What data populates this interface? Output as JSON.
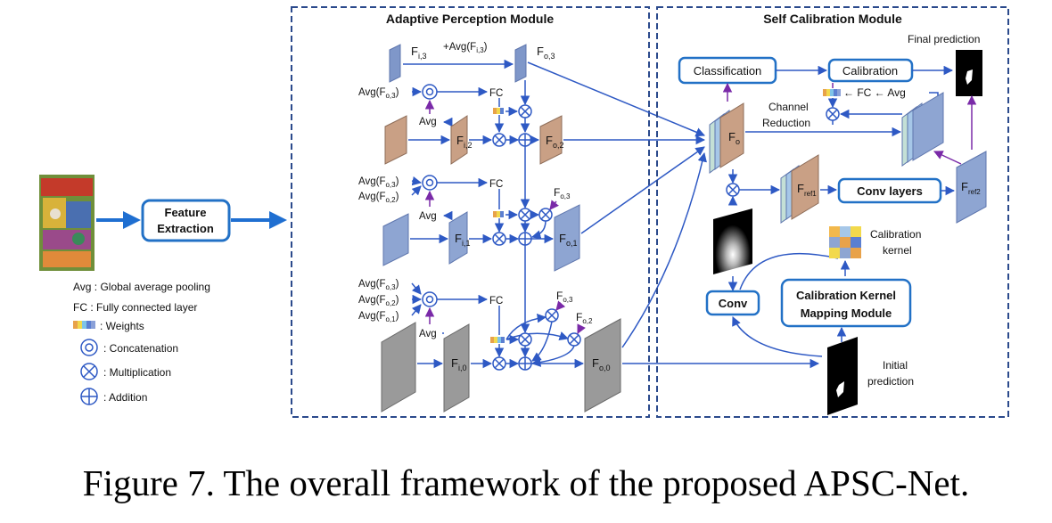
{
  "caption": "Figure 7. The overall framework of the proposed APSC-Net.",
  "modules": {
    "apm_title": "Adaptive Perception Module",
    "scm_title": "Self Calibration Module"
  },
  "feature_extraction": {
    "line1": "Feature",
    "line2": "Extraction"
  },
  "legend": {
    "avg": "Avg : Global average pooling",
    "fc": "FC : Fully connected layer",
    "weights": ": Weights",
    "concat": ": Concatenation",
    "mult": ": Multiplication",
    "add": ": Addition"
  },
  "apm": {
    "fi3": "F",
    "fi3_sub": "i,3",
    "avg_fi3_pre": "+Avg(F",
    "avg_fi3_sub": "i,3",
    "avg_fi3_post": ")",
    "fo3": "F",
    "fo3_sub": "o,3",
    "r1_avg_pre": "Avg(F",
    "r1_avg_sub": "o,3",
    "r1_avg_post": ")",
    "fc": "FC",
    "avg": "Avg",
    "fi2": "F",
    "fi2_sub": "i,2",
    "fo2": "F",
    "fo2_sub": "o,2",
    "r2_avg1_pre": "Avg(F",
    "r2_avg1_sub": "o,3",
    "r2_avg1_post": ")",
    "r2_avg2_pre": "Avg(F",
    "r2_avg2_sub": "o,2",
    "r2_avg2_post": ")",
    "r2_fo3": "F",
    "r2_fo3_sub": "o,3",
    "fi1": "F",
    "fi1_sub": "i,1",
    "fo1": "F",
    "fo1_sub": "o,1",
    "r3_avg1_pre": "Avg(F",
    "r3_avg1_sub": "o,3",
    "r3_avg1_post": ")",
    "r3_avg2_pre": "Avg(F",
    "r3_avg2_sub": "o,2",
    "r3_avg2_post": ")",
    "r3_avg3_pre": "Avg(F",
    "r3_avg3_sub": "o,1",
    "r3_avg3_post": ")",
    "r3_fo3": "F",
    "r3_fo3_sub": "o,3",
    "r3_fo2": "F",
    "r3_fo2_sub": "o,2",
    "fi0": "F",
    "fi0_sub": "i,0",
    "fo0": "F",
    "fo0_sub": "o,0"
  },
  "scm": {
    "final_prediction": "Final prediction",
    "classification": "Classification",
    "calibration": "Calibration",
    "fc_chain": "← FC ← Avg",
    "channel": "Channel",
    "reduction": "Reduction",
    "fo": "F",
    "fo_sub": "o",
    "fref1": "F",
    "fref1_sub": "ref1",
    "conv_layers": "Conv layers",
    "fref2": "F",
    "fref2_sub": "ref2",
    "calib_kernel_1": "Calibration",
    "calib_kernel_2": "kernel",
    "conv": "Conv",
    "ckmm_1": "Calibration Kernel",
    "ckmm_2": "Mapping Module",
    "initial_1": "Initial",
    "initial_2": "prediction"
  },
  "colors": {
    "arrow": "#2e59c4",
    "dashed_border": "#2b4a8c",
    "box_border": "#2271c6",
    "thick_arrow": "#1f6fd1",
    "feature_blue": "#8ea5d2",
    "feature_brown": "#c9a085",
    "feature_gray": "#9a9a9a",
    "purple": "#7a2aa8"
  }
}
